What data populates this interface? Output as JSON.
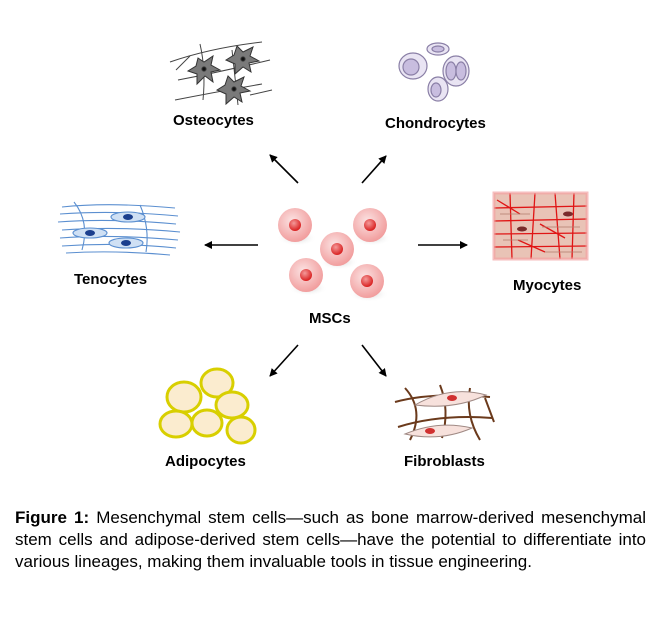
{
  "diagram": {
    "center": {
      "label": "MSCs"
    },
    "lineages": [
      {
        "name": "osteocytes",
        "label": "Osteocytes"
      },
      {
        "name": "chondrocytes",
        "label": "Chondrocytes"
      },
      {
        "name": "tenocytes",
        "label": "Tenocytes"
      },
      {
        "name": "myocytes",
        "label": "Myocytes"
      },
      {
        "name": "adipocytes",
        "label": "Adipocytes"
      },
      {
        "name": "fibroblasts",
        "label": "Fibroblasts"
      }
    ]
  },
  "caption": {
    "heading": "Figure 1:",
    "text": "Mesenchymal stem cells—such as bone marrow-derived mesenchymal stem cells and adipose-derived stem cells—have the potential to differentiate into various lineages, making them invaluable tools in tissue engineering."
  }
}
